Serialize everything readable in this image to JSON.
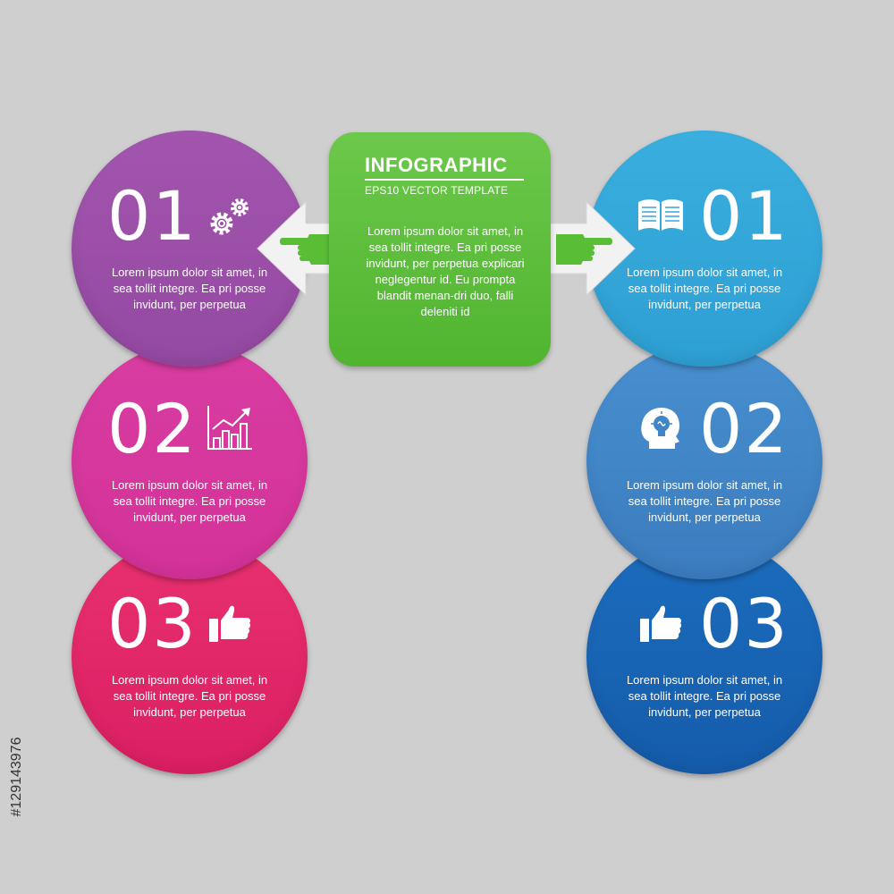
{
  "center": {
    "title": "INFOGRAPHIC",
    "subtitle": "EPS10 VECTOR TEMPLATE",
    "body": "Lorem ipsum dolor sit amet, in sea tollit integre. Ea pri posse invidunt, per perpetua explicari neglegentur id. Eu prompta blandit menan-dri duo, falli deleniti id"
  },
  "left_items": [
    {
      "number": "01",
      "icon": "gears-icon",
      "text": "Lorem ipsum dolor sit amet, in sea tollit integre. Ea pri posse invidunt, per perpetua",
      "color": "#9b4fa8"
    },
    {
      "number": "02",
      "icon": "growth-chart-icon",
      "text": "Lorem ipsum dolor sit amet, in sea tollit integre. Ea pri posse invidunt, per perpetua",
      "color": "#d6379e"
    },
    {
      "number": "03",
      "icon": "thumbs-up-icon",
      "text": "Lorem ipsum dolor sit amet, in sea tollit integre. Ea pri posse invidunt, per perpetua",
      "color": "#e0246a"
    }
  ],
  "right_items": [
    {
      "number": "01",
      "icon": "open-book-icon",
      "text": "Lorem ipsum dolor sit amet, in sea tollit integre. Ea pri posse invidunt, per perpetua",
      "color": "#33a6d9"
    },
    {
      "number": "02",
      "icon": "head-lightbulb-icon",
      "text": "Lorem ipsum dolor sit amet, in sea tollit integre. Ea pri posse invidunt, per perpetua",
      "color": "#4185c7"
    },
    {
      "number": "03",
      "icon": "thumbs-up-icon",
      "text": "Lorem ipsum dolor sit amet, in sea tollit integre. Ea pri posse invidunt, per perpetua",
      "color": "#1864b5"
    }
  ],
  "arrows": {
    "left_icon": "pointing-hand-left-icon",
    "right_icon": "pointing-hand-right-icon",
    "hand_color": "#59bd36"
  },
  "stock_id": "#129143976"
}
